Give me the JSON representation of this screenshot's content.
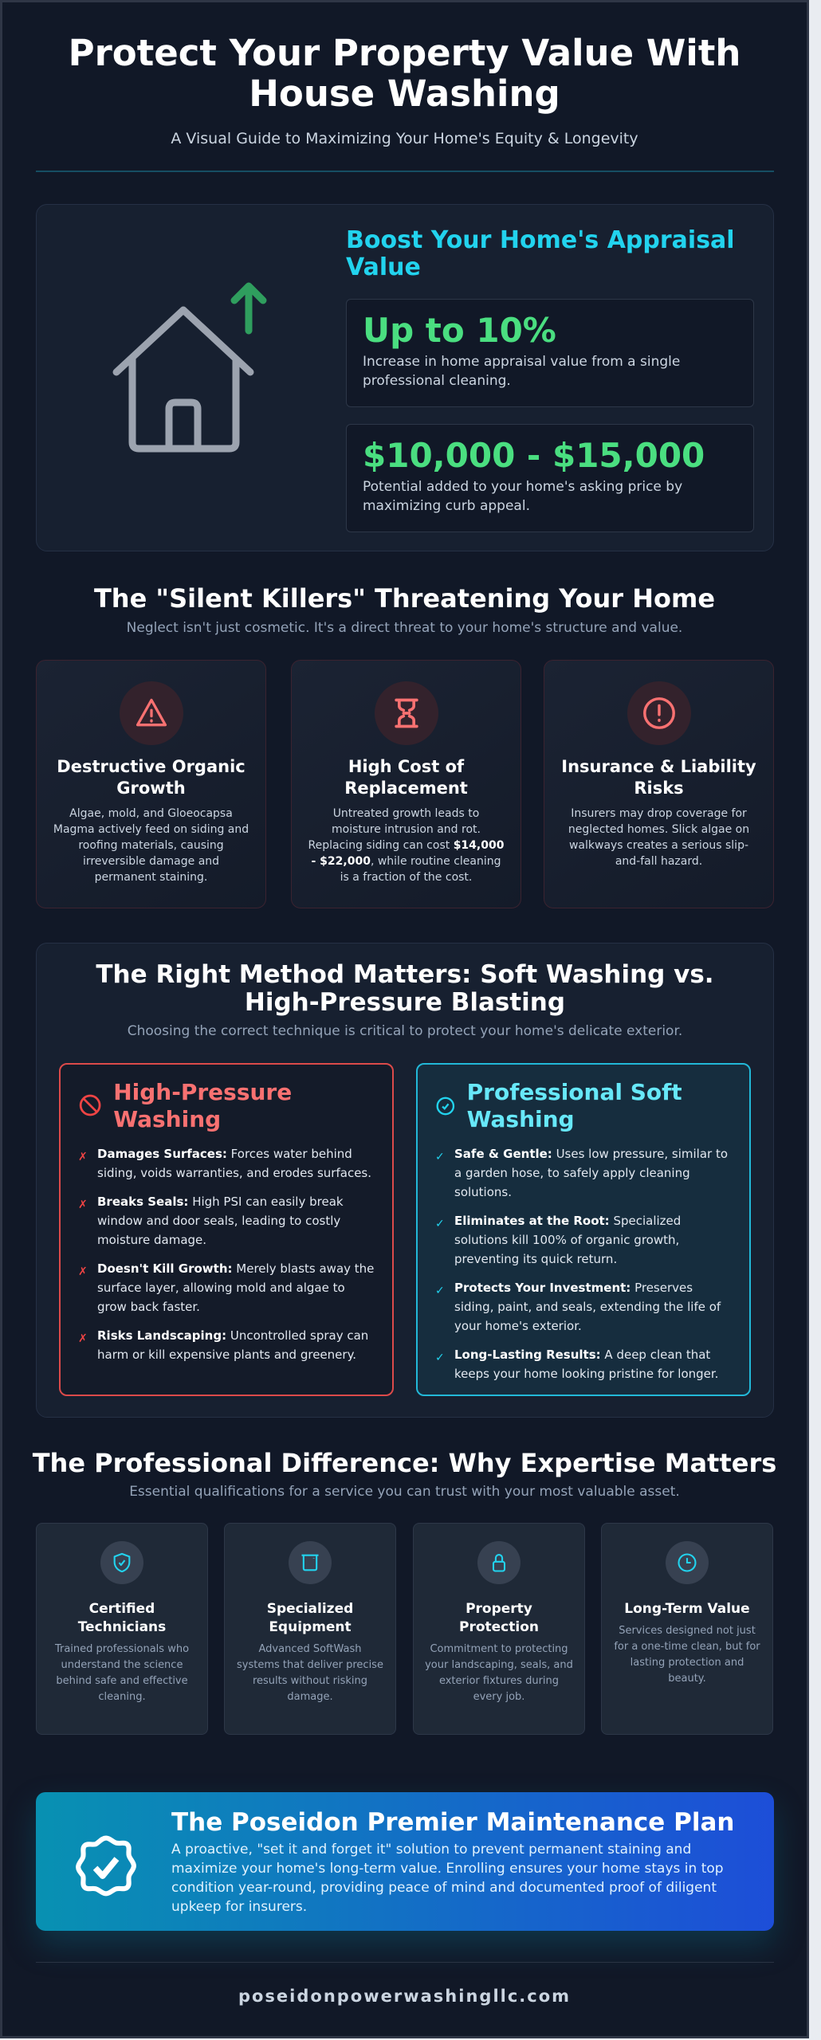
{
  "header": {
    "title": "Protect Your Property Value With House Washing",
    "subtitle": "A Visual Guide to Maximizing Your Home's Equity & Longevity"
  },
  "hero": {
    "heading": "Boost Your Home's Appraisal Value",
    "icon": "house-with-up-arrow-icon",
    "stats": [
      {
        "value": "Up to 10%",
        "desc": "Increase in home appraisal value from a single professional cleaning."
      },
      {
        "value": "$10,000 - $15,000",
        "desc": "Potential added to your home's asking price by maximizing curb appeal."
      }
    ]
  },
  "killers": {
    "title": "The \"Silent Killers\" Threatening Your Home",
    "subtitle": "Neglect isn't just cosmetic. It's a direct threat to your home's structure and value.",
    "cards": [
      {
        "icon": "warning-triangle-icon",
        "title": "Destructive Organic Growth",
        "desc": "Algae, mold, and Gloeocapsa Magma actively feed on siding and roofing materials, causing irreversible damage and permanent staining."
      },
      {
        "icon": "hourglass-icon",
        "title": "High Cost of Replacement",
        "desc_pre": "Untreated growth leads to moisture intrusion and rot. Replacing siding can cost ",
        "desc_bold": "$14,000 - $22,000",
        "desc_post": ", while routine cleaning is a fraction of the cost."
      },
      {
        "icon": "alert-circle-icon",
        "title": "Insurance & Liability Risks",
        "desc": "Insurers may drop coverage for neglected homes. Slick algae on walkways creates a serious slip-and-fall hazard."
      }
    ]
  },
  "method": {
    "title": "The Right Method Matters: Soft Washing vs. High-Pressure Blasting",
    "subtitle": "Choosing the correct technique is critical to protect your home's delicate exterior.",
    "bad": {
      "title": "High-Pressure Washing",
      "icon": "ban-icon",
      "mark": "✗",
      "items": [
        {
          "label": "Damages Surfaces:",
          "text": " Forces water behind siding, voids warranties, and erodes surfaces."
        },
        {
          "label": "Breaks Seals:",
          "text": " High PSI can easily break window and door seals, leading to costly moisture damage."
        },
        {
          "label": "Doesn't Kill Growth:",
          "text": " Merely blasts away the surface layer, allowing mold and algae to grow back faster."
        },
        {
          "label": "Risks Landscaping:",
          "text": " Uncontrolled spray can harm or kill expensive plants and greenery."
        }
      ]
    },
    "good": {
      "title": "Professional Soft Washing",
      "icon": "check-circle-icon",
      "mark": "✓",
      "items": [
        {
          "label": "Safe & Gentle:",
          "text": " Uses low pressure, similar to a garden hose, to safely apply cleaning solutions."
        },
        {
          "label": "Eliminates at the Root:",
          "text": " Specialized solutions kill 100% of organic growth, preventing its quick return."
        },
        {
          "label": "Protects Your Investment:",
          "text": " Preserves siding, paint, and seals, extending the life of your home's exterior."
        },
        {
          "label": "Long-Lasting Results:",
          "text": " A deep clean that keeps your home looking pristine for longer."
        }
      ]
    }
  },
  "expertise": {
    "title": "The Professional Difference: Why Expertise Matters",
    "subtitle": "Essential qualifications for a service you can trust with your most valuable asset.",
    "cards": [
      {
        "icon": "shield-check-icon",
        "title": "Certified Technicians",
        "desc": "Trained professionals who understand the science behind safe and effective cleaning."
      },
      {
        "icon": "equipment-icon",
        "title": "Specialized Equipment",
        "desc": "Advanced SoftWash systems that deliver precise results without risking damage."
      },
      {
        "icon": "lock-icon",
        "title": "Property Protection",
        "desc": "Commitment to protecting your landscaping, seals, and exterior fixtures during every job."
      },
      {
        "icon": "clock-icon",
        "title": "Long-Term Value",
        "desc": "Services designed not just for a one-time clean, but for lasting protection and beauty."
      }
    ]
  },
  "plan": {
    "icon": "verified-badge-icon",
    "title": "The Poseidon Premier Maintenance Plan",
    "desc": "A proactive, \"set it and forget it\" solution to prevent permanent staining and maximize your home's long-term value. Enrolling ensures your home stays in top condition year-round, providing peace of mind and documented proof of diligent upkeep for insurers."
  },
  "footer": {
    "website": "poseidonpowerwashingllc.com"
  },
  "colors": {
    "background": "#111827",
    "accent_cyan": "#22d3ee",
    "stat_green": "#4ade80",
    "danger_red": "#f87171",
    "plan_gradient": [
      "#0891b2",
      "#1d4ed8"
    ]
  }
}
